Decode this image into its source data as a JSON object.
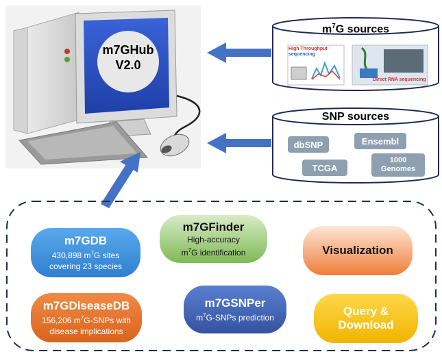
{
  "computer": {
    "title_line1": "m7GHub",
    "title_line2": "V2.0"
  },
  "m7g_sources": {
    "title_prefix": "m",
    "title_sup": "7",
    "title_suffix": "G sources",
    "image1_label_line1": "High Throughput",
    "image1_label_line2": "sequencing",
    "image2_label": "Direct RNA sequencing"
  },
  "snp_sources": {
    "title": "SNP sources",
    "tags": [
      "dbSNP",
      "Ensembl",
      "TCGA",
      "1000",
      "Genomes"
    ]
  },
  "modules": {
    "m7gdb": {
      "title": "m7GDB",
      "line1_prefix": "430,898 m",
      "line1_sup": "7",
      "line1_suffix": "G sites",
      "line2": "covering 23 species"
    },
    "m7gfinder": {
      "title": "m7GFinder",
      "line1": "High-accuracy",
      "line2_prefix": "m",
      "line2_sup": "7",
      "line2_suffix": "G identification"
    },
    "visualization": {
      "title": "Visualization"
    },
    "m7gdiseasedb": {
      "title": "m7GDiseaseDB",
      "line1_prefix": "156,206 m",
      "line1_sup": "7",
      "line1_suffix": "G-SNPs with",
      "line2": "disease implications"
    },
    "m7gsnper": {
      "title": "m7GSNPer",
      "line1_prefix": "m",
      "line1_sup": "7",
      "line1_suffix": "G-SNPs prediction"
    },
    "query_download": {
      "title_line1": "Query &",
      "title_line2": "Download"
    }
  },
  "colors": {
    "arrow": "#4472c4",
    "m7gdb": "#3d8fdc",
    "m7gfinder": "#7fb955",
    "visualization": "#ef7e3b",
    "m7gdiseasedb": "#e5762d",
    "m7gsnper": "#3f62b6",
    "query_download": "#f4c20d",
    "tag": "#8ea0af"
  }
}
